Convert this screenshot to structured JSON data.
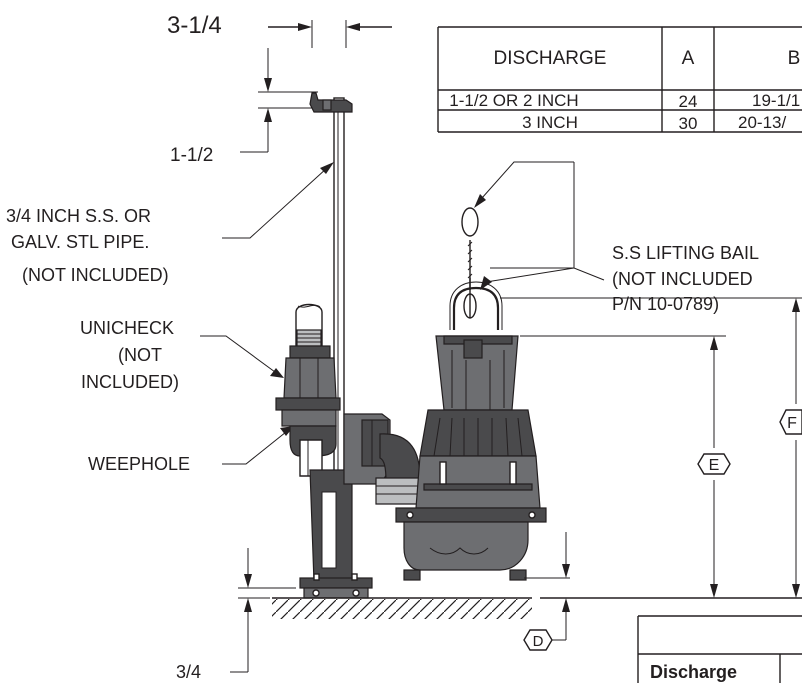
{
  "dimensions": {
    "top_width": "3-1/4",
    "bracket_height": "1-1/2",
    "bottom_gap": "3/4"
  },
  "callouts": {
    "pipe_line1": "3/4 INCH S.S. OR",
    "pipe_line2": "GALV. STL PIPE.",
    "pipe_line3": "(NOT INCLUDED)",
    "unicheck_line1": "UNICHECK",
    "unicheck_line2": "(NOT",
    "unicheck_line3": "INCLUDED)",
    "weephole": "WEEPHOLE",
    "bail_line1": "S.S LIFTING BAIL",
    "bail_line2": "(NOT INCLUDED",
    "bail_line3": "P/N 10-0789)"
  },
  "markers": {
    "d": "D",
    "e": "E",
    "f": "F"
  },
  "top_table": {
    "headers": [
      "DISCHARGE",
      "A",
      "B"
    ],
    "rows": [
      [
        "1-1/2 OR 2 INCH",
        "24",
        "19-1/1"
      ],
      [
        "3 INCH",
        "30",
        "20-13/"
      ]
    ]
  },
  "bottom_table": {
    "header": "Discharge"
  }
}
